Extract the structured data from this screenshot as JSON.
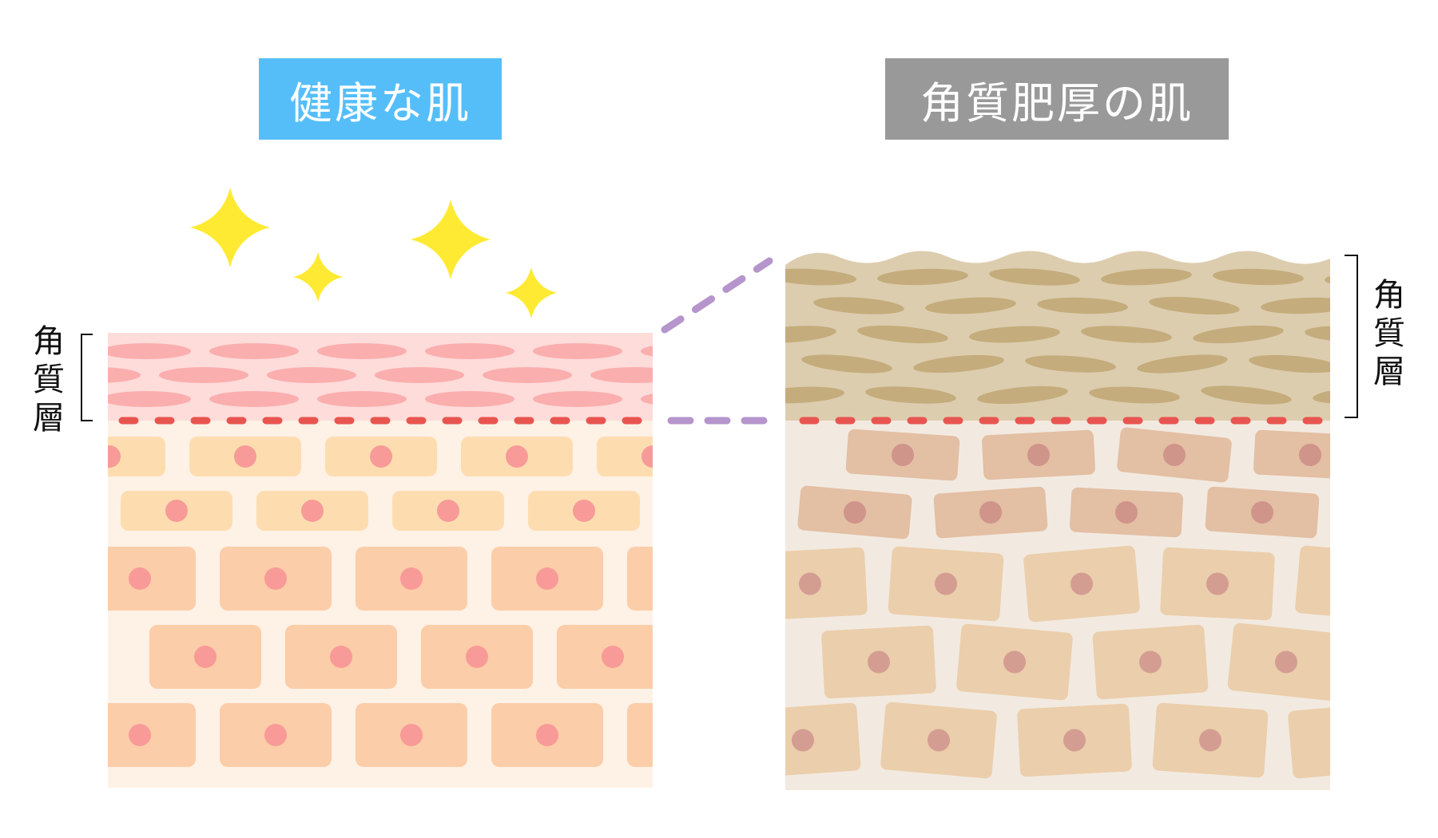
{
  "titles": {
    "healthy": "健康な肌",
    "thickened": "角質肥厚の肌"
  },
  "layer_label": "角質層",
  "colors": {
    "healthy_title_bg": "#55BEF9",
    "thick_title_bg": "#999999",
    "sparkle": "#FFEA33",
    "healthy_corneum_bg": "#FDDCDA",
    "healthy_corneum_cells": "#FBAEAE",
    "healthy_tissue_bg": "#FEF1E6",
    "healthy_upper_cells": "#FDDDB0",
    "healthy_lower_cells": "#FBCDA8",
    "healthy_nucleus": "#F89A98",
    "thick_corneum_bg": "#DDCDAF",
    "thick_corneum_cells": "#C4AC7C",
    "thick_tissue_bg": "#F2EAE0",
    "thick_upper_cells": "#E3BFA4",
    "thick_lower_cells": "#EBCEAC",
    "thick_upper_nucleus": "#CF948A",
    "thick_lower_nucleus": "#D49D92",
    "boundary_dash": "#E85550",
    "connector_dash": "#B595CC",
    "bracket": "#111111"
  }
}
